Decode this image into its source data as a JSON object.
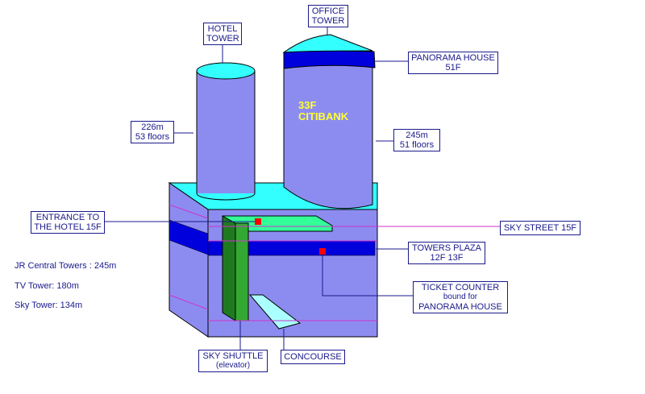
{
  "labels": {
    "hotel_tower": [
      "HOTEL",
      "TOWER"
    ],
    "office_tower": [
      "OFFICE",
      "TOWER"
    ],
    "panorama_house": [
      "PANORAMA HOUSE",
      "51F"
    ],
    "hotel_height": [
      "226m",
      "53 floors"
    ],
    "office_height": [
      "245m",
      "51 floors"
    ],
    "entrance": [
      "ENTRANCE TO",
      "THE HOTEL 15F"
    ],
    "sky_street": "SKY STREET 15F",
    "towers_plaza": [
      "TOWERS PLAZA",
      "12F 13F"
    ],
    "ticket_counter": [
      "TICKET COUNTER",
      "bound for",
      "PANORAMA HOUSE"
    ],
    "sky_shuttle": [
      "SKY SHUTTLE",
      "(elevator)"
    ],
    "concourse": "CONCOURSE"
  },
  "tower_text": [
    "33F",
    "CITIBANK"
  ],
  "stats": [
    "JR Central Towers : 245m",
    "TV Tower: 180m",
    "Sky Tower: 134m"
  ],
  "colors": {
    "body": "#8c8cf0",
    "roof": "#33ffff",
    "band": "#0000dd",
    "shuttle": "#33a833",
    "sky_street": "#33ff99",
    "concourse": "#aaffff",
    "marker": "#ff0000",
    "leader": "#9900cc"
  }
}
